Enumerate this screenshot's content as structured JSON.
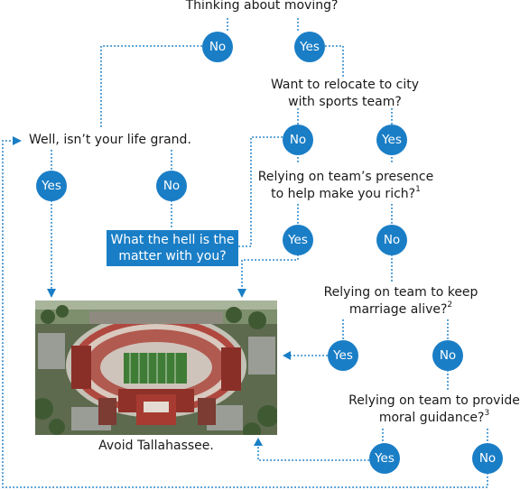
{
  "colors": {
    "accent": "#1a7ec6",
    "line": "#1a7ec6"
  },
  "questions": {
    "q1": "Thinking about moving?",
    "q2_line1": "Want to relocate to city",
    "q2_line2": "with sports team?",
    "q3": "Well, isn’t your life grand.",
    "q4_line1": "Relying on team’s presence",
    "q4_line2": "to help make you rich?",
    "q4_note": "1",
    "q5_line1": "Relying on team to keep",
    "q5_line2": "marriage alive?",
    "q5_note": "2",
    "q6_line1": "Relying on team to provide",
    "q6_line2": "moral guidance?",
    "q6_note": "3"
  },
  "answers": {
    "q1_no": "No",
    "q1_yes": "Yes",
    "q2_no": "No",
    "q2_yes": "Yes",
    "q3_yes": "Yes",
    "q3_no": "No",
    "q4_yes": "Yes",
    "q4_no": "No",
    "q5_yes": "Yes",
    "q5_no": "No",
    "q6_yes": "Yes",
    "q6_no": "No"
  },
  "outcome_box": {
    "line1": "What the hell is the",
    "line2": "matter with you?"
  },
  "image_caption": "Avoid Tallahassee."
}
